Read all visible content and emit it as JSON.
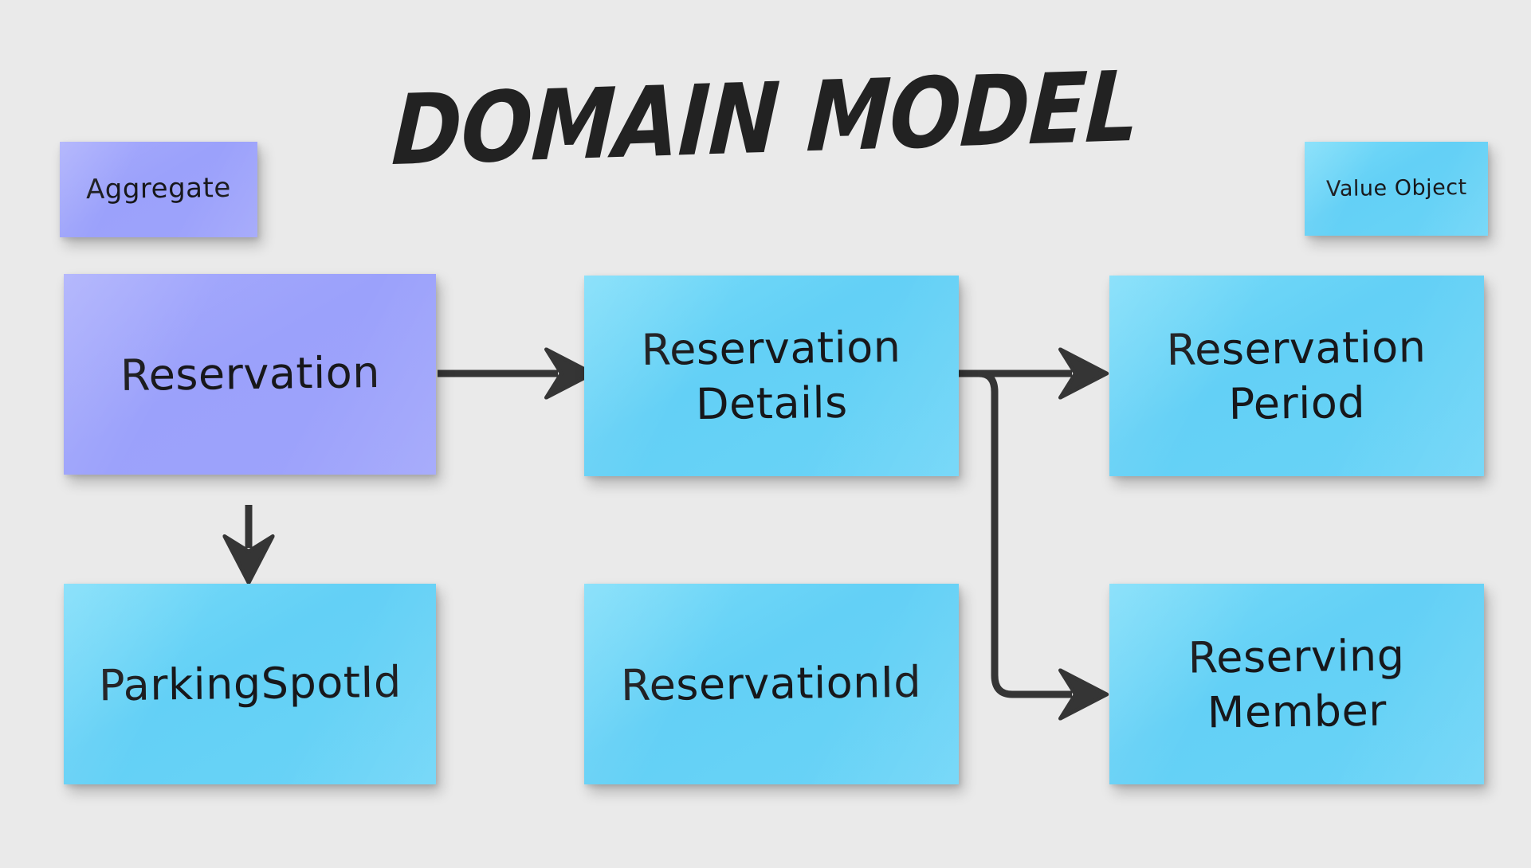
{
  "board": {
    "background_color": "#eaeaea",
    "title": "DOMAIN MODEL",
    "title_color": "#222222"
  },
  "legend": {
    "items": [
      {
        "label": "Aggregate",
        "color": "#9ea3fb",
        "kind": "aggregate"
      },
      {
        "label": "Value Object",
        "color": "#6ad4f7",
        "kind": "value-object"
      }
    ]
  },
  "nodes": [
    {
      "id": "reservation",
      "label": "Reservation",
      "kind": "aggregate",
      "color": "#9ea3fb"
    },
    {
      "id": "reservation-details",
      "label": "Reservation\nDetails",
      "kind": "value-object",
      "color": "#6ad4f7"
    },
    {
      "id": "reservation-period",
      "label": "Reservation\nPeriod",
      "kind": "value-object",
      "color": "#6ad4f7"
    },
    {
      "id": "parking-spot-id",
      "label": "ParkingSpotId",
      "kind": "value-object",
      "color": "#6ad4f7"
    },
    {
      "id": "reservation-id",
      "label": "ReservationId",
      "kind": "value-object",
      "color": "#6ad4f7"
    },
    {
      "id": "reserving-member",
      "label": "Reserving\nMember",
      "kind": "value-object",
      "color": "#6ad4f7"
    }
  ],
  "connectors": {
    "color": "#353535",
    "edges": [
      {
        "from": "reservation",
        "to": "reservation-details",
        "direction": "right"
      },
      {
        "from": "reservation",
        "to": "parking-spot-id",
        "direction": "down"
      },
      {
        "from": "reservation-details",
        "to": "reservation-period",
        "direction": "right"
      },
      {
        "from": "reservation-details",
        "to": "reserving-member",
        "direction": "right-down"
      }
    ]
  }
}
